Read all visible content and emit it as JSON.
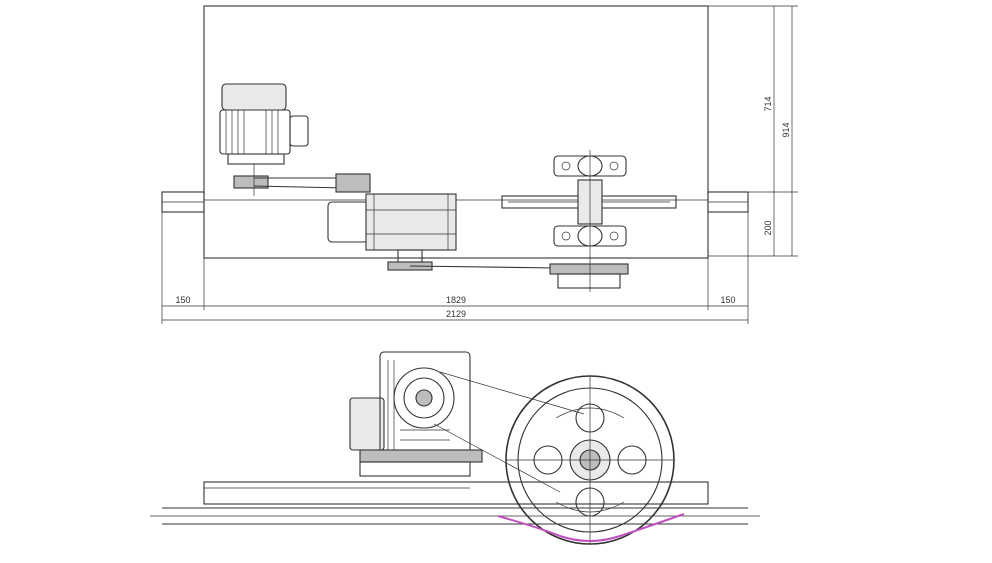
{
  "dimensions": {
    "height_upper": "714",
    "height_total": "914",
    "height_lower": "200",
    "left_overhang": "150",
    "center_span": "1829",
    "right_overhang": "150",
    "overall_length": "2129"
  },
  "colors": {
    "line": "#333333",
    "chain": "#c050c0",
    "background": "#ffffff"
  }
}
